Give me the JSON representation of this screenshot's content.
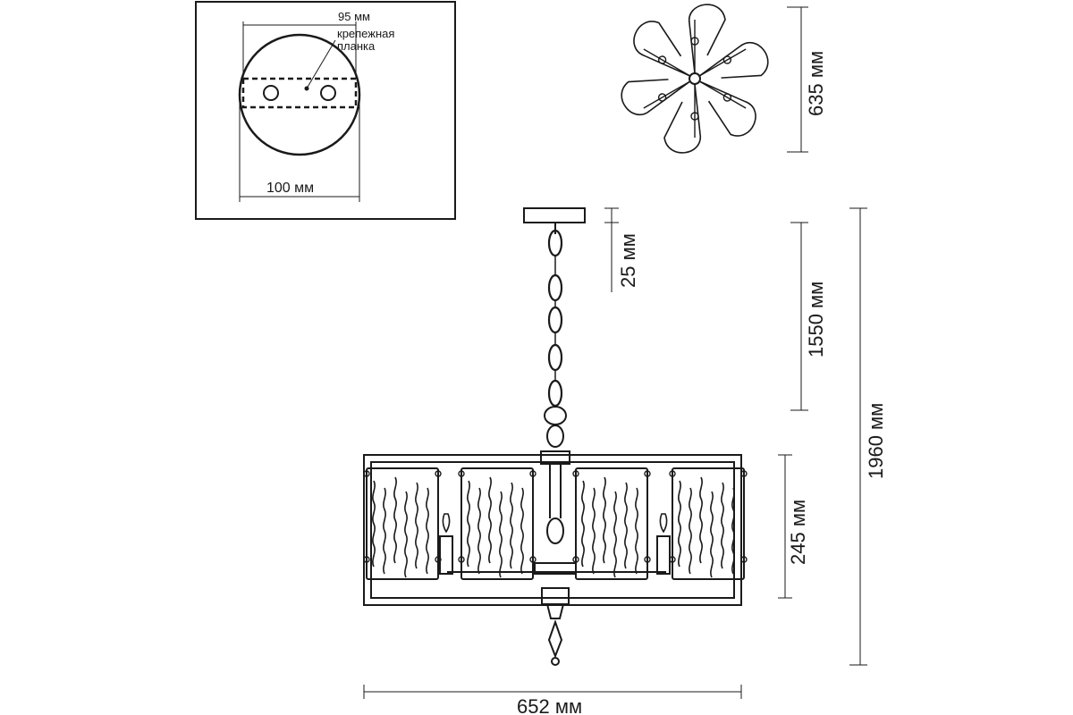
{
  "mount_detail": {
    "bracket_width": "95 мм",
    "bracket_label_line1": "крепежная",
    "bracket_label_line2": "планка",
    "canopy_diameter": "100 мм"
  },
  "top_view": {
    "depth": "635 мм"
  },
  "side_view": {
    "canopy_height": "25 мм",
    "chain_length": "1550 мм",
    "total_height": "1960 мм",
    "shade_height": "245 мм",
    "total_width": "652 мм"
  },
  "colors": {
    "line": "#1a1a1a",
    "background": "#ffffff"
  }
}
